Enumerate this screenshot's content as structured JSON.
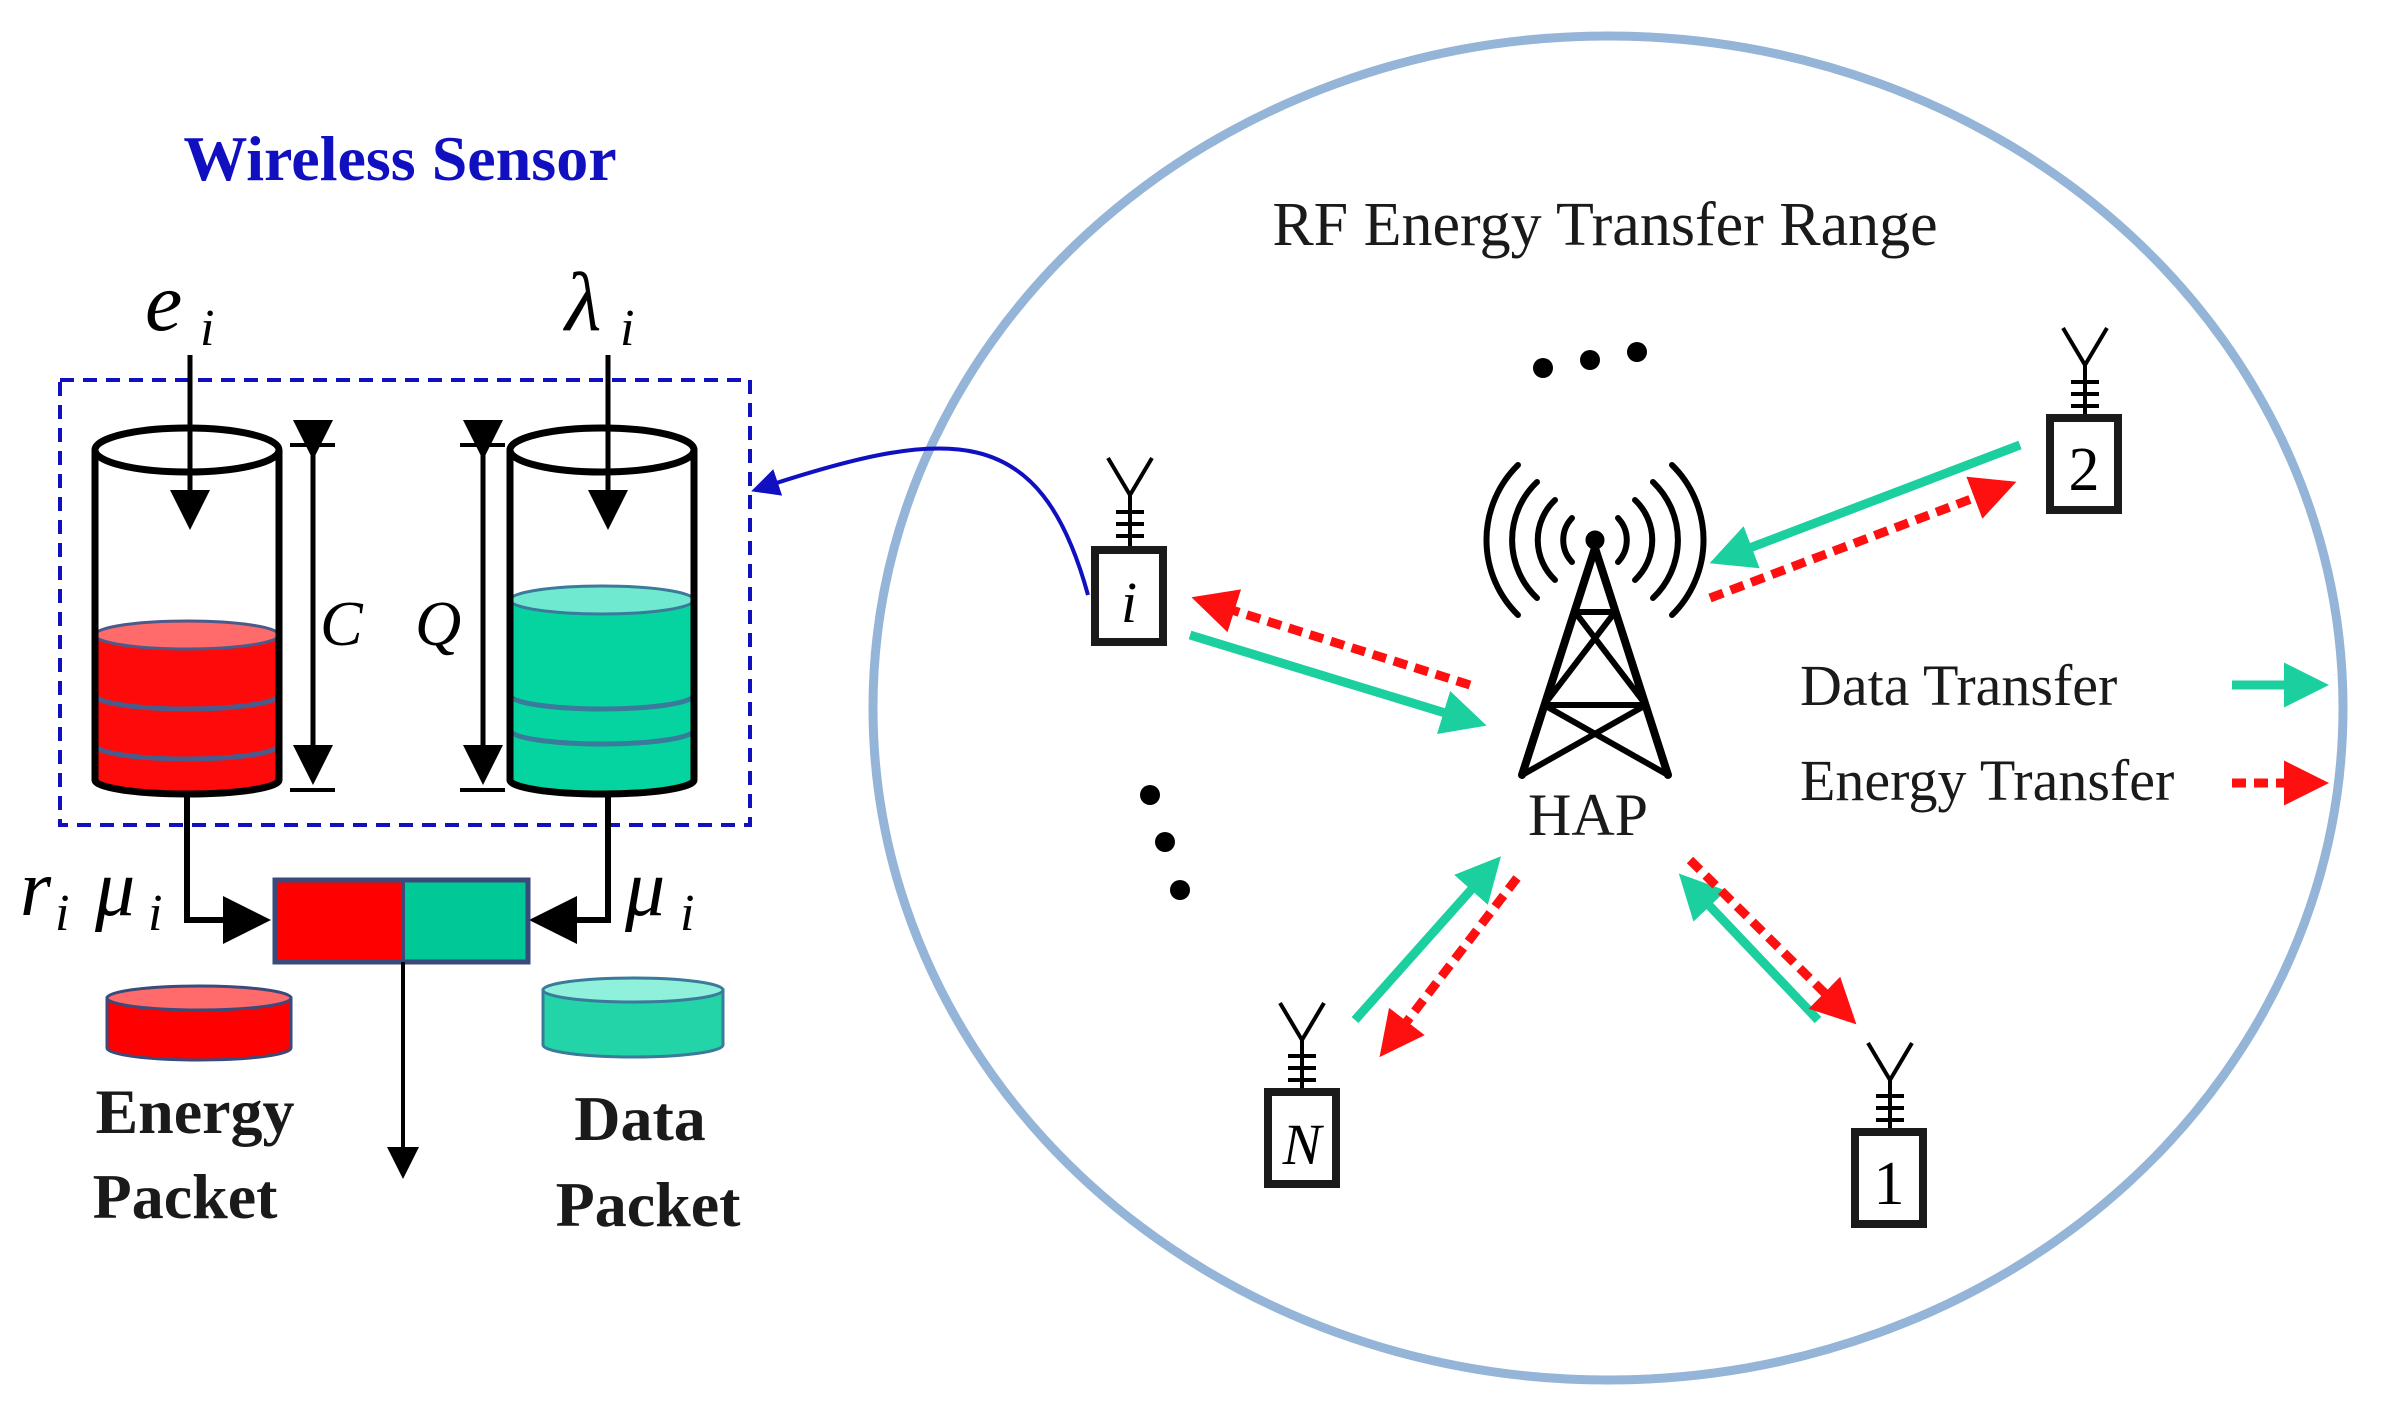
{
  "sensor": {
    "title": "Wireless Sensor",
    "energy_arrival": "e",
    "energy_arrival_sub": "i",
    "data_arrival": "λ",
    "data_arrival_sub": "i",
    "battery_capacity": "C",
    "queue_capacity": "Q",
    "energy_rate_r": "r",
    "energy_rate_r_sub": "i",
    "energy_rate_mu": "μ",
    "energy_rate_mu_sub": "i",
    "data_rate_mu": "μ",
    "data_rate_mu_sub": "i",
    "energy_packet_line1": "Energy",
    "energy_packet_line2": "Packet",
    "data_packet_line1": "Data",
    "data_packet_line2": "Packet"
  },
  "network": {
    "range_label": "RF Energy Transfer Range",
    "hap_label": "HAP",
    "node_i": "i",
    "node_2": "2",
    "node_1": "1",
    "node_n": "N"
  },
  "legend": {
    "data_transfer": "Data Transfer",
    "energy_transfer": "Energy Transfer"
  },
  "colors": {
    "energy": "#ff0000",
    "data": "#00cc99",
    "data_arrow": "#1ccf9f",
    "energy_arrow": "#ff1010",
    "title_blue": "#1010c0",
    "range_circle": "#94b4d8"
  }
}
